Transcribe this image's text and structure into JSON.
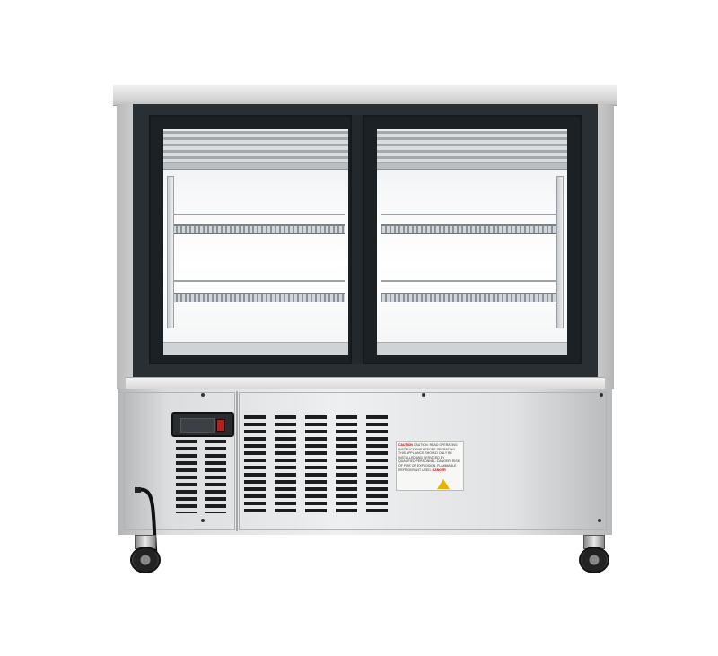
{
  "product": {
    "label_text": "CAUTION: READ OPERATING INSTRUCTIONS BEFORE OPERATING. THIS APPLIANCE SHOULD ONLY BE INSTALLED AND SERVICED BY QUALIFIED PERSONNEL. DANGER: RISK OF FIRE OR EXPLOSION. FLAMMABLE REFRIGERANT USED.",
    "label_heading": "CAUTION",
    "label_danger": "DANGER"
  },
  "colors": {
    "stainless": "#e2e3e4",
    "frame_black": "#2a2f33",
    "warning_yellow": "#e6b400",
    "switch_red": "#b02222"
  }
}
